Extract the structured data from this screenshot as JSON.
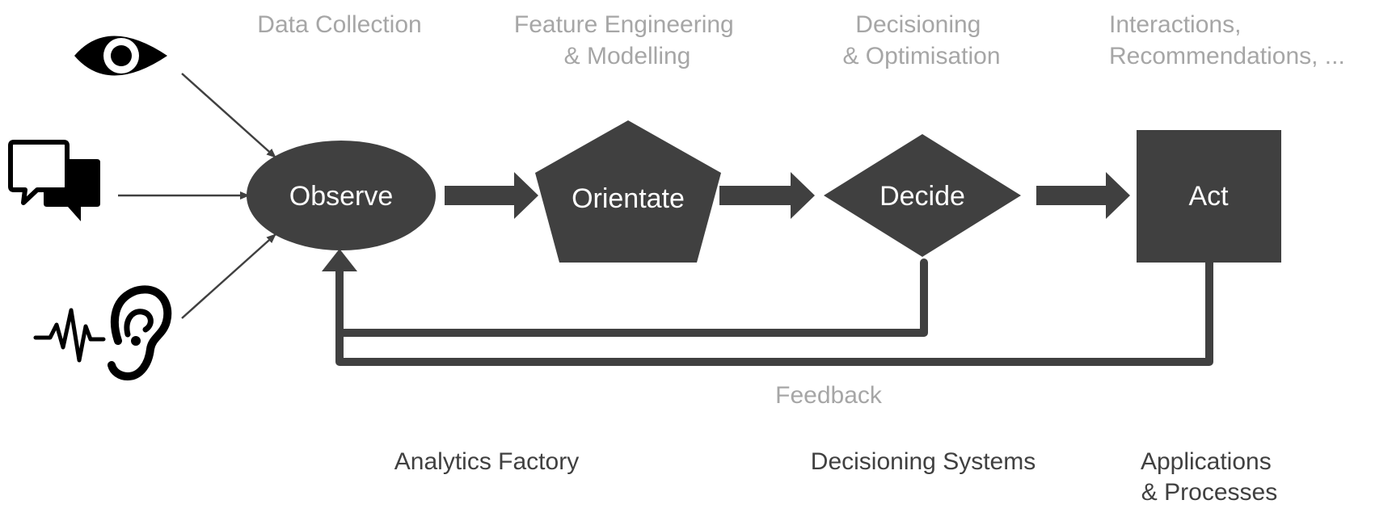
{
  "stages": {
    "data_collection": [
      "Data Collection"
    ],
    "feature_engineering": [
      "Feature Engineering",
      "& Modelling"
    ],
    "decisioning": [
      "Decisioning",
      "& Optimisation"
    ],
    "interactions": [
      "Interactions,",
      "Recommendations,  ..."
    ]
  },
  "nodes": {
    "observe": "Observe",
    "orientate": "Orientate",
    "decide": "Decide",
    "act": "Act"
  },
  "feedback_label": "Feedback",
  "groups": {
    "analytics_factory": [
      "Analytics Factory"
    ],
    "decisioning_systems": [
      "Decisioning Systems"
    ],
    "applications": [
      "Applications",
      "& Processes"
    ]
  },
  "icons": {
    "observe_input": "eye-icon",
    "chat_input": "chat-bubbles-icon",
    "listen_input": "ear-soundwave-icon"
  },
  "colors": {
    "shape_fill": "#404040",
    "stage_text": "#a6a6a6",
    "group_text": "#404040",
    "shape_text": "#ffffff"
  }
}
